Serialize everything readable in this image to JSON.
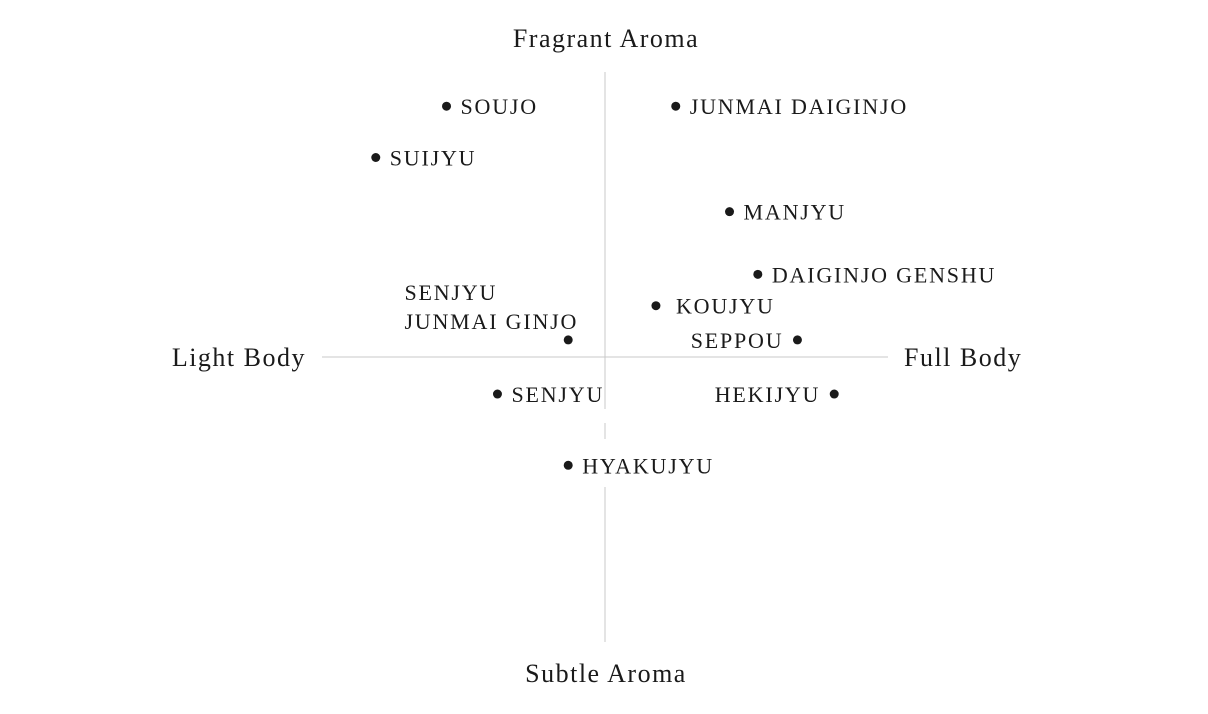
{
  "chart_data": {
    "type": "scatter",
    "axes": {
      "top": "Fragrant Aroma",
      "bottom": "Subtle Aroma",
      "left": "Light Body",
      "right": "Full Body"
    },
    "xlim": [
      -10,
      10
    ],
    "ylim": [
      -10,
      10
    ],
    "grid": false,
    "points": [
      {
        "label": "SOUJO",
        "x": -5.6,
        "y": 8.8
      },
      {
        "label": "SUIJYU",
        "x": -8.1,
        "y": 7.0
      },
      {
        "label": "JUNMAI DAIGINJO",
        "x": 2.5,
        "y": 8.8
      },
      {
        "label": "MANJYU",
        "x": 4.4,
        "y": 5.1
      },
      {
        "label": "DAIGINJO GENSHU",
        "x": 5.4,
        "y": 2.9
      },
      {
        "label": "KOUJYU",
        "x": 1.8,
        "y": 1.8
      },
      {
        "label": "SEPPOU",
        "x": 6.8,
        "y": 0.6
      },
      {
        "label": "SENJYU JUNMAI GINJO",
        "x": -1.3,
        "y": 0.6
      },
      {
        "label": "SENJYU",
        "x": -3.8,
        "y": -1.3
      },
      {
        "label": "HEKIJYU",
        "x": 8.1,
        "y": -1.3
      },
      {
        "label": "HYAKUJYU",
        "x": -1.3,
        "y": -3.8
      }
    ]
  }
}
